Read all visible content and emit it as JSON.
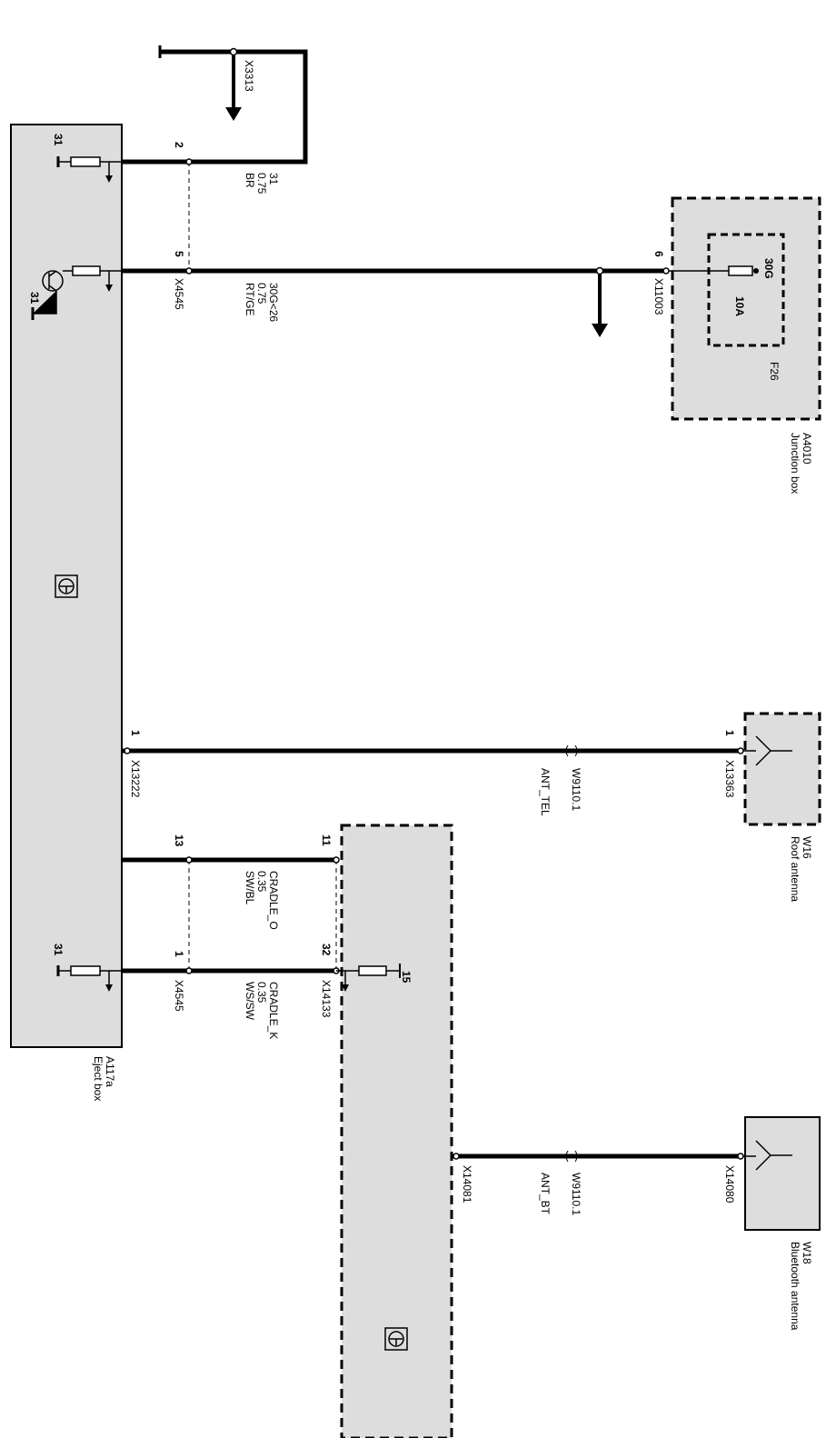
{
  "components": {
    "eject_box": {
      "id": "A117a",
      "name": "Eject box"
    },
    "junction_box": {
      "id": "A4010",
      "name": "Junction box",
      "fuse": "F26",
      "fuse_rating": "10A",
      "fuse_terminal": "30G"
    },
    "roof_antenna": {
      "id": "W16",
      "name": "Roof antenna"
    },
    "bluetooth_antenna": {
      "id": "W18",
      "name": "Bluetooth antenna"
    }
  },
  "connectors": {
    "x3313": "X3313",
    "x4545_top": "X4545",
    "x4545_bottom": "X4545",
    "x11003": "X11003",
    "x13222": "X13222",
    "x13363": "X13363",
    "x14133": "X14133",
    "x14080": "X14080",
    "x14081": "X14081"
  },
  "pins": {
    "p2": "2",
    "p5": "5",
    "p6": "6",
    "p1_13222": "1",
    "p1_13363": "1",
    "p13": "13",
    "p11": "11",
    "p1_4545": "1",
    "p32": "32"
  },
  "grounds": {
    "g1": "31",
    "g2": "31",
    "g3": "31",
    "t15": "15"
  },
  "wires": {
    "w31": {
      "signal": "31",
      "gauge": "0.75",
      "color": "BR"
    },
    "w30g": {
      "signal": "30G<26",
      "gauge": "0.75",
      "color": "RT/GE"
    },
    "ant_tel": {
      "signal": "ANT_TEL",
      "harness": "W9110.1"
    },
    "cradle_o": {
      "signal": "CRADLE_O",
      "gauge": "0.35",
      "color": "SW/BL"
    },
    "cradle_k": {
      "signal": "CRADLE_K",
      "gauge": "0.35",
      "color": "WS/SW"
    },
    "ant_bt": {
      "signal": "ANT_BT",
      "harness": "W9110.1"
    }
  }
}
